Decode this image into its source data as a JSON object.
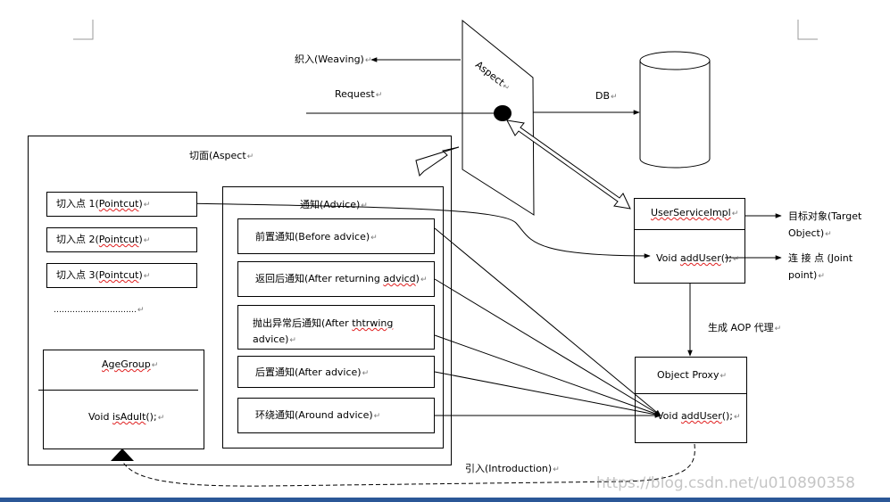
{
  "labels": {
    "weaving": "织入(Weaving)",
    "request": "Request",
    "aspect_plane": "Aspect",
    "db": "DB",
    "aspect_box_title": "切面(Aspect",
    "pointcut_prefix": "切入点",
    "pointcut_term": "Pointcut",
    "pointcuts": [
      "1",
      "2",
      "3"
    ],
    "ellipsis": "………………………….",
    "advice_title": "通知(Advice)",
    "advices": {
      "before": "前置通知(Before advice)",
      "after_returning_pre": "返回后通知(After returning ",
      "after_returning_word": "advicd",
      "after_returning_post": ")",
      "after_throwing_line1_pre": "抛出异常后通知(After  ",
      "after_throwing_word": "thtrwing",
      "after_throwing_line2": "advice)",
      "after": "后置通知(After advice)",
      "around": "环绕通知(Around advice)"
    },
    "agegroup_title": "AgeGroup",
    "agegroup_method_pre": "Void ",
    "agegroup_method_word": "isAdult",
    "agegroup_method_post": "();",
    "userservice_title": "UserServiceImpl",
    "method_pre": "Void ",
    "method_word": "addUser",
    "method_post": "();",
    "target_object_line1": "目标对象(Target",
    "target_object_line2": "Object)",
    "join_point_line1": "连 接 点 (Joint",
    "join_point_line2": "point)",
    "generate_proxy": "生成 AOP 代理",
    "object_proxy_title": "Object Proxy",
    "introduction": "引入(Introduction)",
    "watermark": "https://blog.csdn.net/u010890358"
  }
}
